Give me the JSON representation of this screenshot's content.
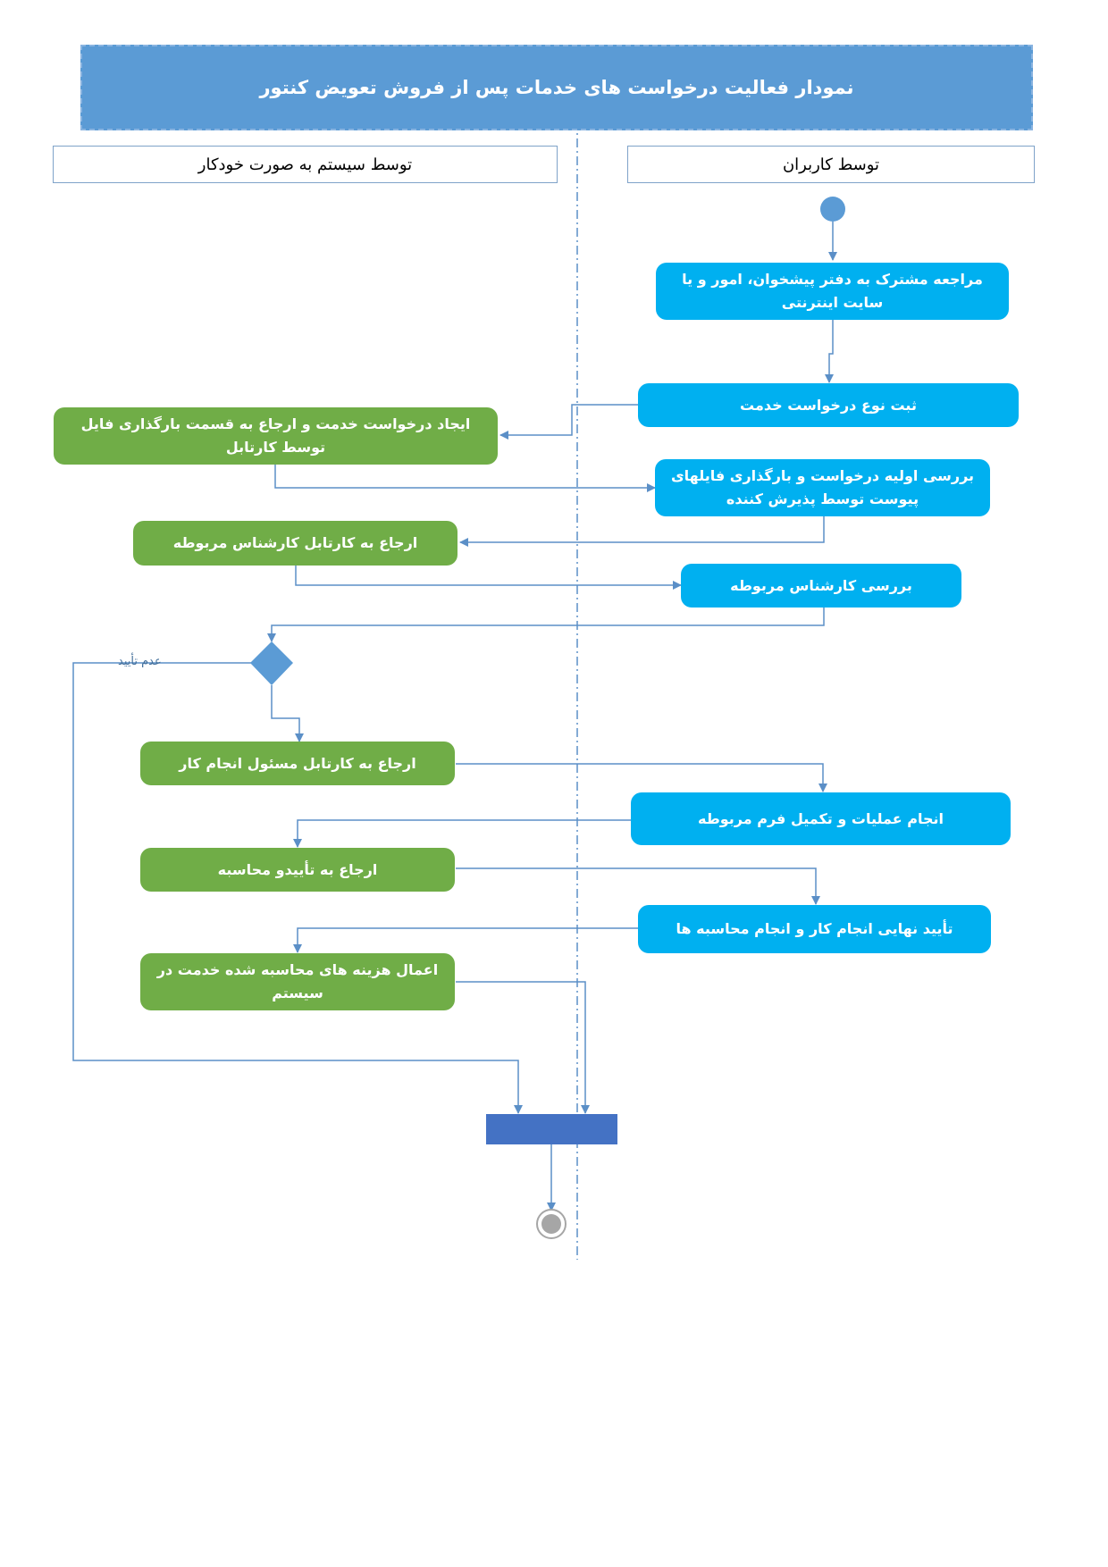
{
  "title": "نمودار فعالیت درخواست های خدمات پس از فروش تعویض کنتور",
  "lanes": {
    "system": "توسط سیستم به صورت خودکار",
    "users": "توسط کاربران"
  },
  "activities": {
    "visit_office": "مراجعه مشترک به دفتر پیشخوان، امور و یا سایت اینترنتی",
    "register_type": "ثبت نوع درخواست خدمت",
    "create_request": "ایجاد درخواست خدمت و ارجاع به قسمت بارگذاری فایل توسط کارتابل",
    "initial_review": "بررسی اولیه درخواست و بارگذاری فایلهای پیوست توسط پذیرش کننده",
    "refer_expert": "ارجاع به کارتابل کارشناس مربوطه",
    "expert_review": "بررسی کارشناس مربوطه",
    "refer_responsible": "ارجاع به کارتابل مسئول انجام کار",
    "do_operations": "انجام عملیات و تکمیل فرم مربوطه",
    "refer_approval": "ارجاع به تأییدو محاسبه",
    "final_approval": "تأیید نهایی انجام کار و انجام محاسبه ها",
    "apply_costs": "اعمال هزینه های محاسبه شده خدمت در سیستم"
  },
  "decision": {
    "reject_label": "عدم تأیید"
  },
  "colors": {
    "title_bg": "#5b9bd5",
    "user_activity": "#00b0f0",
    "system_activity": "#70ad47",
    "connector": "#5b8fc7",
    "join_bar": "#4472c4",
    "decision": "#5b9bd5"
  }
}
